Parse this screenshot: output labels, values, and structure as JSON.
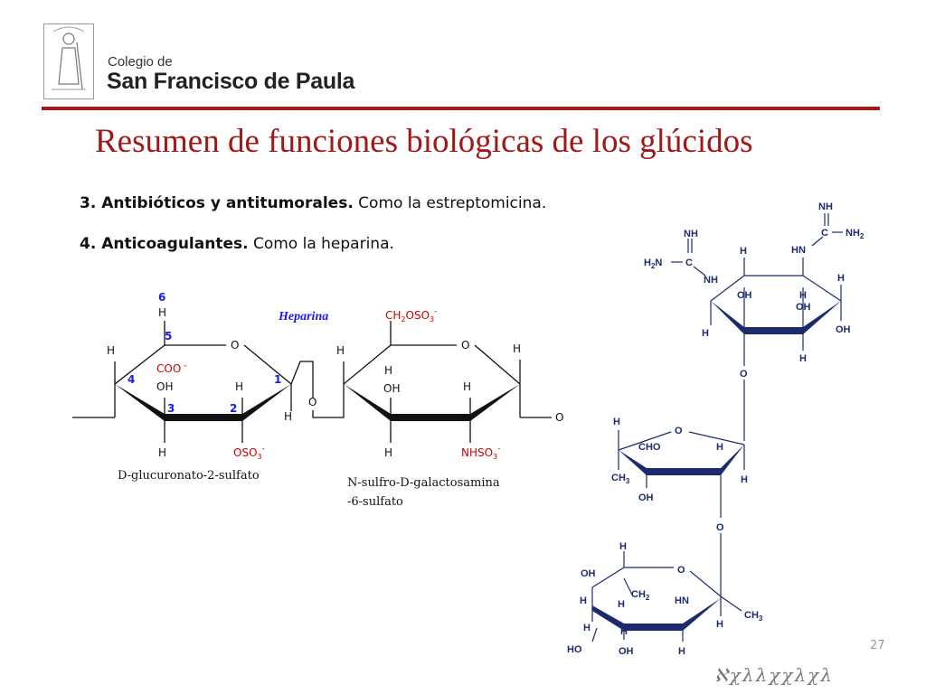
{
  "header": {
    "org_line1": "Colegio de",
    "org_line2": "San Francisco de Paula"
  },
  "slide": {
    "title": "Resumen de funciones biológicas de los glúcidos",
    "bullets": [
      {
        "bold": "3. Antibióticos y antitumorales.",
        "text": " Como la estreptomicina."
      },
      {
        "bold": "4. Anticoagulantes.",
        "text": " Como la heparina."
      }
    ]
  },
  "heparin": {
    "name": "Heparina",
    "unit1_caption": "D-glucuronato-2-sulfato",
    "unit2_caption_line1": "N-sulfro-D-galactosamina",
    "unit2_caption_line2": "-6-sulfato",
    "atoms": {
      "H": "H",
      "O": "O",
      "OH": "OH",
      "COO": "COO",
      "OSO": "OSO",
      "CH": "CH",
      "NHSO": "NHSO",
      "sub2": "2",
      "sub3": "3",
      "minus": "-"
    },
    "positions": [
      "1",
      "2",
      "3",
      "4",
      "5",
      "6"
    ]
  },
  "streptomycin": {
    "atoms": {
      "NH": "NH",
      "C": "C",
      "NH2": "NH",
      "H2N": "H",
      "HN": "HN",
      "H": "H",
      "OH": "OH",
      "O": "O",
      "CHO": "CHO",
      "CH3": "CH",
      "CH2": "CH",
      "HO": "HO",
      "two": "2",
      "three": "3",
      "N": "N"
    }
  },
  "footer": {
    "page_mark": "27",
    "scribble": "ℵχλλχχλχλ"
  }
}
